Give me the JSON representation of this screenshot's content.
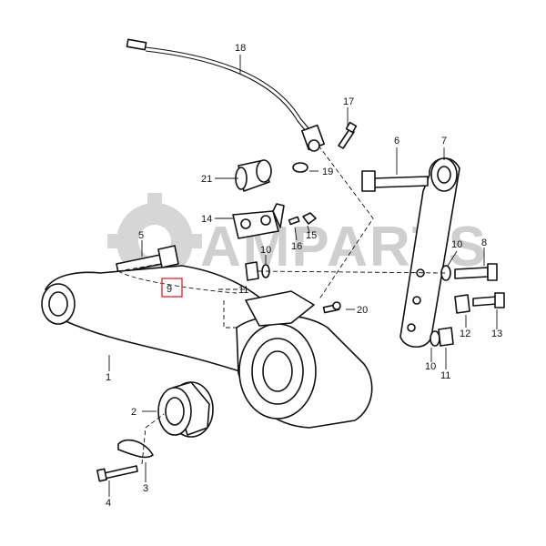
{
  "watermark": {
    "text": "AMPARTS",
    "color": "#cfcfcf"
  },
  "highlight": {
    "part": "9",
    "color": "#e0303a"
  },
  "callouts": {
    "p1": "1",
    "p2": "2",
    "p3": "3",
    "p4": "4",
    "p5": "5",
    "p6": "6",
    "p7": "7",
    "p8": "8",
    "p9": "9",
    "p10a": "10",
    "p10b": "10",
    "p10c": "10",
    "p11a": "11",
    "p11b": "11",
    "p12": "12",
    "p13": "13",
    "p14": "14",
    "p15": "15",
    "p16": "16",
    "p17": "17",
    "p18": "18",
    "p19": "19",
    "p20": "20",
    "p21": "21"
  }
}
